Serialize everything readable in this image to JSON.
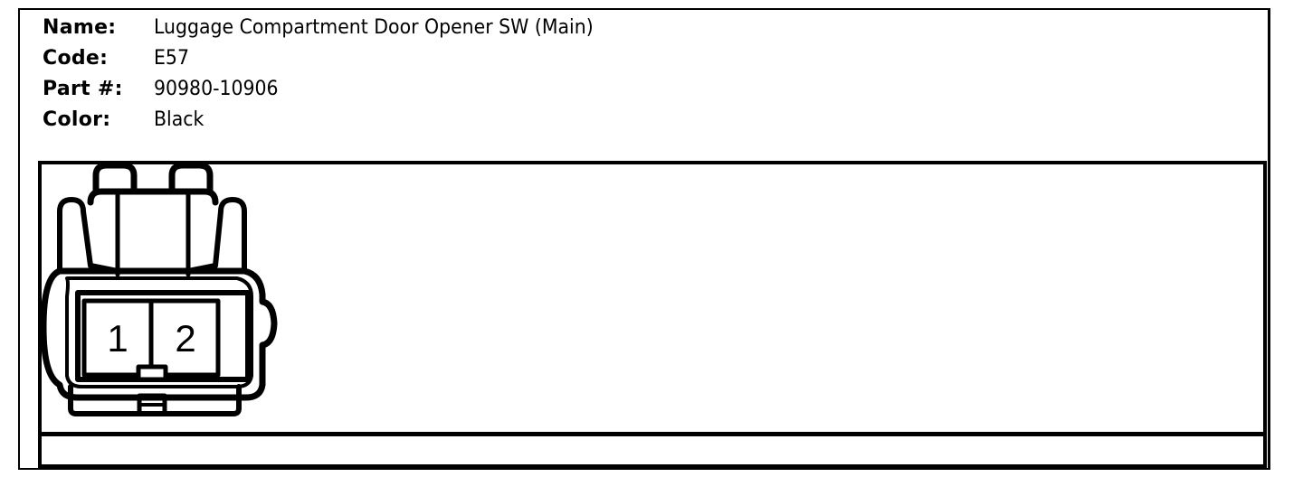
{
  "connector": {
    "name_label": "Name:",
    "name_value": "Luggage Compartment Door Opener SW (Main)",
    "code_label": "Code:",
    "code_value": "E57",
    "part_label": "Part #:",
    "part_value": "90980-10906",
    "color_label": "Color:",
    "color_value": "Black"
  },
  "diagram": {
    "pins": [
      "1",
      "2"
    ]
  }
}
